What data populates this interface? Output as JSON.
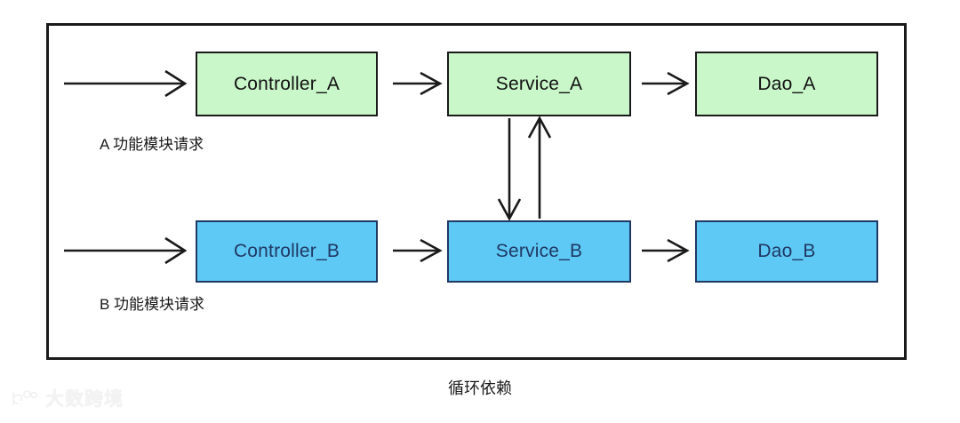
{
  "diagram": {
    "caption": "循环依赖",
    "nodes": {
      "controller_a": "Controller_A",
      "service_a": "Service_A",
      "dao_a": "Dao_A",
      "controller_b": "Controller_B",
      "service_b": "Service_B",
      "dao_b": "Dao_B"
    },
    "labels": {
      "flow_a": "A 功能模块请求",
      "flow_b": "B 功能模块请求"
    },
    "colors": {
      "group_a_fill": "#c9f7c9",
      "group_a_border": "#1a1a1a",
      "group_a_text": "#111111",
      "group_b_fill": "#5fc9f5",
      "group_b_border": "#1f3864",
      "group_b_text": "#1f3864",
      "frame_border": "#1a1a1a",
      "arrow": "#1a1a1a"
    },
    "edges": [
      {
        "name": "request-a-to-controller-a",
        "from": "request_a",
        "to": "controller_a",
        "direction": "right"
      },
      {
        "name": "controller-a-to-service-a",
        "from": "controller_a",
        "to": "service_a",
        "direction": "right"
      },
      {
        "name": "service-a-to-dao-a",
        "from": "service_a",
        "to": "dao_a",
        "direction": "right"
      },
      {
        "name": "request-b-to-controller-b",
        "from": "request_b",
        "to": "controller_b",
        "direction": "right"
      },
      {
        "name": "controller-b-to-service-b",
        "from": "controller_b",
        "to": "service_b",
        "direction": "right"
      },
      {
        "name": "service-b-to-dao-b",
        "from": "service_b",
        "to": "dao_b",
        "direction": "right"
      },
      {
        "name": "service-a-to-service-b",
        "from": "service_a",
        "to": "service_b",
        "direction": "down"
      },
      {
        "name": "service-b-to-service-a",
        "from": "service_b",
        "to": "service_a",
        "direction": "up"
      }
    ]
  },
  "watermark": {
    "text": "大数跨境",
    "icon": "paw-logo-icon"
  }
}
